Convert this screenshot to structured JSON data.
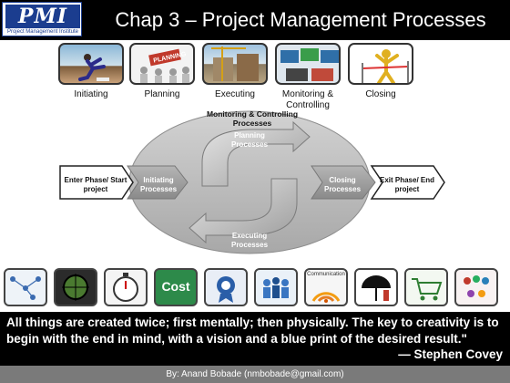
{
  "header": {
    "logo_text": "PMI",
    "logo_subtext": "Project Management Institute",
    "title": "Chap 3 – Project Management Processes"
  },
  "process_images": [
    {
      "label": "Initiating",
      "icon": "sprinter-start-photo"
    },
    {
      "label": "Planning",
      "icon": "planning-people-photo"
    },
    {
      "label": "Executing",
      "icon": "construction-site-photo"
    },
    {
      "label": "Monitoring & Controlling",
      "icon": "monitoring-screens-photo"
    },
    {
      "label": "Closing",
      "icon": "finish-line-figure"
    }
  ],
  "diagram": {
    "monitoring": "Monitoring & Controlling Processes",
    "enter": "Enter Phase/ Start project",
    "initiating": "Initiating Processes",
    "planning": "Planning Processes",
    "executing": "Executing Processes",
    "closing": "Closing Processes",
    "exit": "Exit Phase/ End project"
  },
  "bottom_icons": [
    {
      "icon": "network-diagram-icon"
    },
    {
      "icon": "target-scope-icon"
    },
    {
      "icon": "stopwatch-icon"
    },
    {
      "icon": "cost-icon",
      "text": "Cost"
    },
    {
      "icon": "quality-icon"
    },
    {
      "icon": "team-people-icon"
    },
    {
      "icon": "communication-icon",
      "text": "Communication"
    },
    {
      "icon": "risk-umbrella-icon"
    },
    {
      "icon": "procurement-cart-icon"
    },
    {
      "icon": "stakeholders-icon"
    }
  ],
  "quote": {
    "text": "All things are created twice; first mentally; then physically.  The key to creativity is to begin with the end in mind, with a vision and a blue print of the desired result.\"",
    "author": "— Stephen Covey"
  },
  "footer": {
    "text": "By: Anand Bobade (nmbobade@gmail.com)"
  },
  "colors": {
    "header_bg": "#000000",
    "logo_blue": "#1b3d8f",
    "diagram_gray": "#9a9a9a",
    "footer_bg": "#7a7a7a"
  }
}
